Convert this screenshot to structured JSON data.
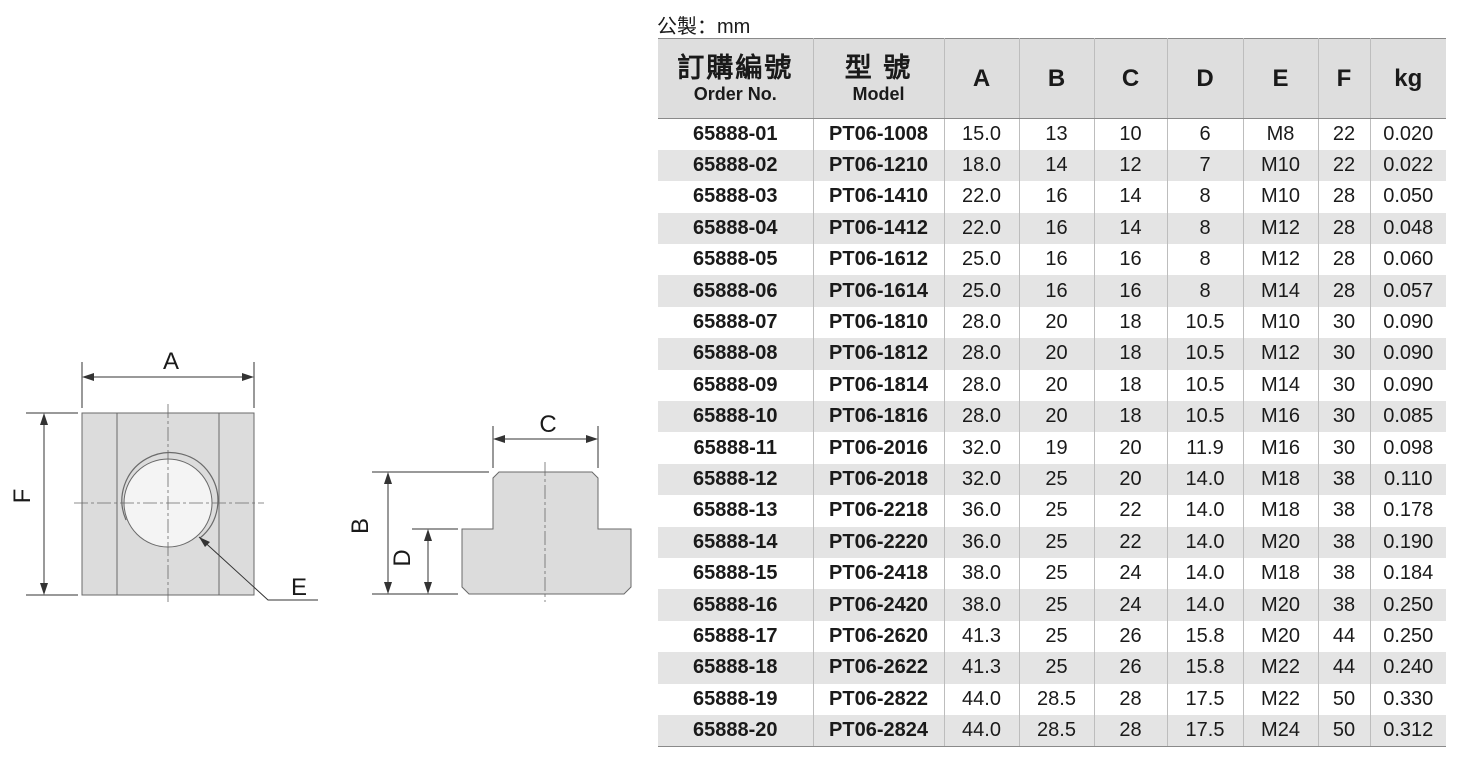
{
  "unit_note": "公製：mm",
  "drawings": {
    "front_labels": {
      "width": "A",
      "height": "F",
      "thread": "E"
    },
    "side_labels": {
      "top_width": "C",
      "total_height": "B",
      "base_height": "D"
    }
  },
  "table": {
    "headers": {
      "order_cn": "訂購編號",
      "order_en": "Order No.",
      "model_cn": "型 號",
      "model_en": "Model",
      "cols": [
        "A",
        "B",
        "C",
        "D",
        "E",
        "F",
        "kg"
      ]
    },
    "rows": [
      [
        "65888-01",
        "PT06-1008",
        "15.0",
        "13",
        "10",
        "6",
        "M8",
        "22",
        "0.020"
      ],
      [
        "65888-02",
        "PT06-1210",
        "18.0",
        "14",
        "12",
        "7",
        "M10",
        "22",
        "0.022"
      ],
      [
        "65888-03",
        "PT06-1410",
        "22.0",
        "16",
        "14",
        "8",
        "M10",
        "28",
        "0.050"
      ],
      [
        "65888-04",
        "PT06-1412",
        "22.0",
        "16",
        "14",
        "8",
        "M12",
        "28",
        "0.048"
      ],
      [
        "65888-05",
        "PT06-1612",
        "25.0",
        "16",
        "16",
        "8",
        "M12",
        "28",
        "0.060"
      ],
      [
        "65888-06",
        "PT06-1614",
        "25.0",
        "16",
        "16",
        "8",
        "M14",
        "28",
        "0.057"
      ],
      [
        "65888-07",
        "PT06-1810",
        "28.0",
        "20",
        "18",
        "10.5",
        "M10",
        "30",
        "0.090"
      ],
      [
        "65888-08",
        "PT06-1812",
        "28.0",
        "20",
        "18",
        "10.5",
        "M12",
        "30",
        "0.090"
      ],
      [
        "65888-09",
        "PT06-1814",
        "28.0",
        "20",
        "18",
        "10.5",
        "M14",
        "30",
        "0.090"
      ],
      [
        "65888-10",
        "PT06-1816",
        "28.0",
        "20",
        "18",
        "10.5",
        "M16",
        "30",
        "0.085"
      ],
      [
        "65888-11",
        "PT06-2016",
        "32.0",
        "19",
        "20",
        "11.9",
        "M16",
        "30",
        "0.098"
      ],
      [
        "65888-12",
        "PT06-2018",
        "32.0",
        "25",
        "20",
        "14.0",
        "M18",
        "38",
        "0.110"
      ],
      [
        "65888-13",
        "PT06-2218",
        "36.0",
        "25",
        "22",
        "14.0",
        "M18",
        "38",
        "0.178"
      ],
      [
        "65888-14",
        "PT06-2220",
        "36.0",
        "25",
        "22",
        "14.0",
        "M20",
        "38",
        "0.190"
      ],
      [
        "65888-15",
        "PT06-2418",
        "38.0",
        "25",
        "24",
        "14.0",
        "M18",
        "38",
        "0.184"
      ],
      [
        "65888-16",
        "PT06-2420",
        "38.0",
        "25",
        "24",
        "14.0",
        "M20",
        "38",
        "0.250"
      ],
      [
        "65888-17",
        "PT06-2620",
        "41.3",
        "25",
        "26",
        "15.8",
        "M20",
        "44",
        "0.250"
      ],
      [
        "65888-18",
        "PT06-2622",
        "41.3",
        "25",
        "26",
        "15.8",
        "M22",
        "44",
        "0.240"
      ],
      [
        "65888-19",
        "PT06-2822",
        "44.0",
        "28.5",
        "28",
        "17.5",
        "M22",
        "50",
        "0.330"
      ],
      [
        "65888-20",
        "PT06-2824",
        "44.0",
        "28.5",
        "28",
        "17.5",
        "M24",
        "50",
        "0.312"
      ]
    ]
  }
}
